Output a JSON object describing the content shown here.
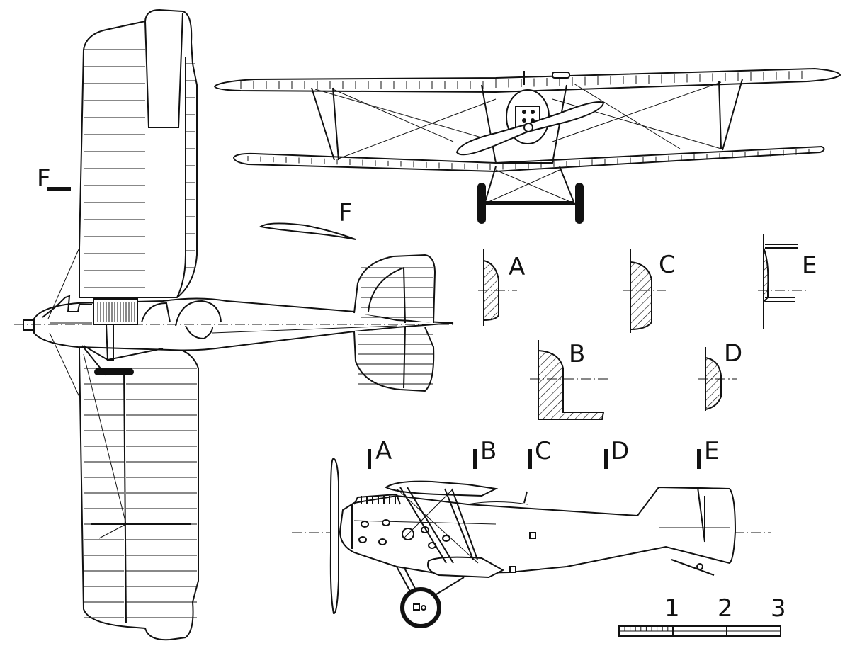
{
  "section_labels": {
    "f_top": "F",
    "f_profile": "F",
    "a": "A",
    "b": "B",
    "c": "C",
    "d": "D",
    "e": "E"
  },
  "station_labels": [
    "A",
    "B",
    "C",
    "D",
    "E"
  ],
  "scale": {
    "ticks": [
      "1",
      "2",
      "3"
    ]
  }
}
